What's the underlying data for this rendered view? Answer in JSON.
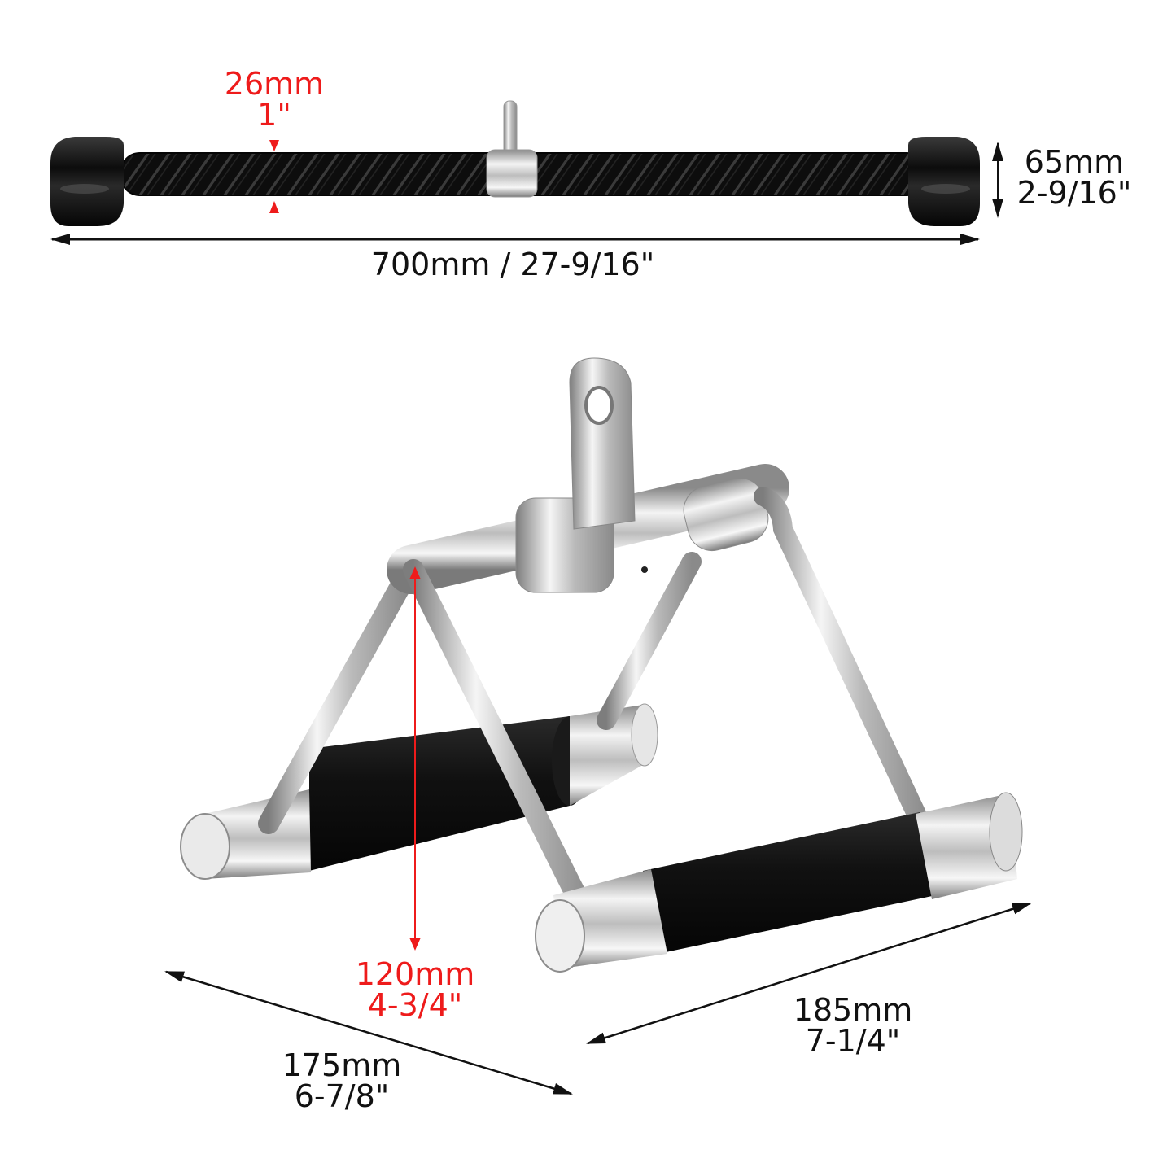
{
  "colors": {
    "accent_red": "#ee1b1b",
    "text_black": "#111111",
    "background": "#ffffff",
    "chrome": "#d9d9d9",
    "rubber": "#141414"
  },
  "tricep_rope": {
    "name": "tricep-rope",
    "rope_diameter": {
      "metric": "26mm",
      "imperial": "1\""
    },
    "end_cap_height": {
      "metric": "65mm",
      "imperial": "2-9/16\""
    },
    "length": {
      "combined": "700mm / 27-9/16\""
    }
  },
  "v_handle": {
    "name": "double-d-row-handle",
    "height": {
      "metric": "120mm",
      "imperial": "4-3/4\""
    },
    "depth": {
      "metric": "175mm",
      "imperial": "6-7/8\""
    },
    "width": {
      "metric": "185mm",
      "imperial": "7-1/4\""
    }
  }
}
